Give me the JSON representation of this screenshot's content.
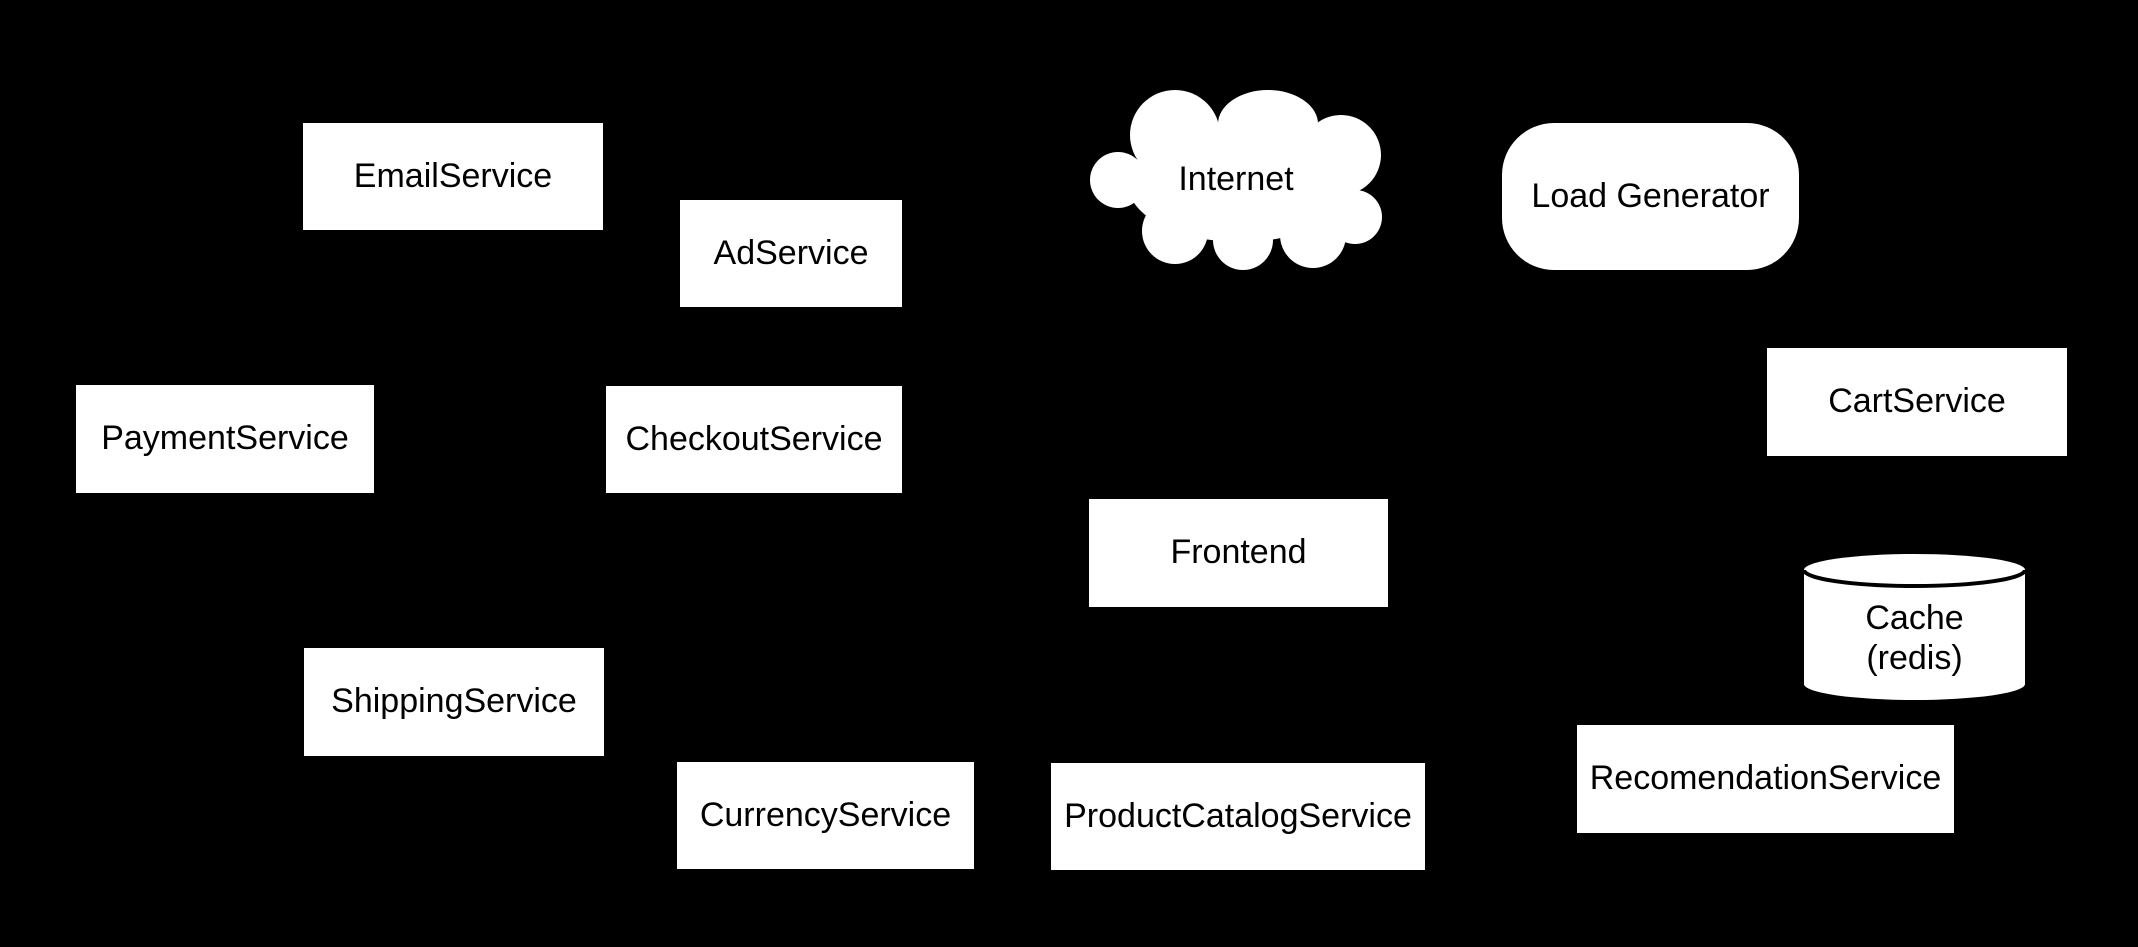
{
  "colors": {
    "background": "#000000",
    "node_fill": "#ffffff",
    "node_text": "#000000"
  },
  "nodes": {
    "email": {
      "label": "EmailService",
      "shape": "rect"
    },
    "ad": {
      "label": "AdService",
      "shape": "rect"
    },
    "payment": {
      "label": "PaymentService",
      "shape": "rect"
    },
    "checkout": {
      "label": "CheckoutService",
      "shape": "rect"
    },
    "internet": {
      "label": "Internet",
      "shape": "cloud"
    },
    "loadgen": {
      "label": "Load Generator",
      "shape": "rounded-rect"
    },
    "cart": {
      "label": "CartService",
      "shape": "rect"
    },
    "frontend": {
      "label": "Frontend",
      "shape": "rect"
    },
    "cache": {
      "label_line1": "Cache",
      "label_line2": "(redis)",
      "shape": "cylinder"
    },
    "shipping": {
      "label": "ShippingService",
      "shape": "rect"
    },
    "currency": {
      "label": "CurrencyService",
      "shape": "rect"
    },
    "productcatalog": {
      "label": "ProductCatalogService",
      "shape": "rect"
    },
    "recomendation": {
      "label": "RecomendationService",
      "shape": "rect"
    }
  }
}
